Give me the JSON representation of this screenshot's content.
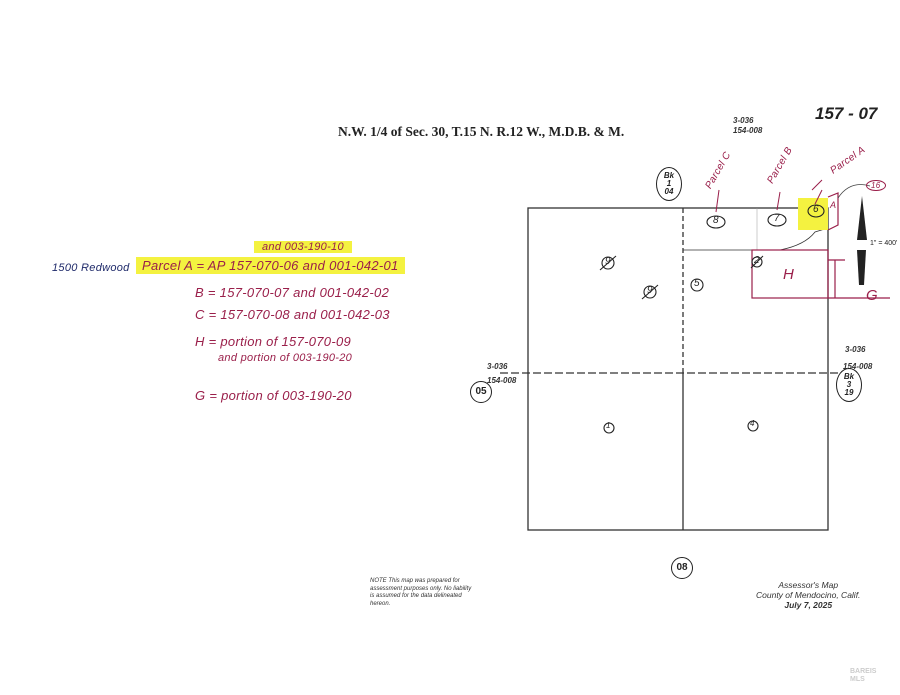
{
  "document": {
    "title": "N.W. 1/4 of Sec. 30, T.15 N. R.12 W., M.D.B. & M.",
    "map_number": "157 - 07",
    "top_reference": {
      "line1": "3-036",
      "line2": "154-008"
    },
    "left_reference": {
      "line1": "3-036",
      "line2": "154-008"
    },
    "right_reference": {
      "line1": "3-036",
      "line2": "154-008"
    },
    "adjacent_maps": {
      "west": "05",
      "south": "08",
      "north": {
        "bk": "Bk",
        "n": "1",
        "m": "04"
      },
      "east": {
        "bk": "Bk",
        "n": "3",
        "m": "19"
      }
    },
    "scale": "1\" = 400'",
    "parcels": {
      "p1": "1",
      "p2": "2",
      "p4": "4",
      "p5": "5",
      "p6": "6",
      "p7": "7",
      "p8": "8",
      "p9a": "9",
      "p9b": "9"
    },
    "area_labels": {
      "H": "H",
      "G": "G",
      "A": "A",
      "tag": "16"
    },
    "parcel_pointers": {
      "c": "Parcel C",
      "b": "Parcel B",
      "a": "Parcel A"
    },
    "note": {
      "line1": "NOTE   This map was prepared for",
      "line2": "assessment purposes only.  No liability",
      "line3": "is assumed for the data delineated",
      "line4": "hereon."
    },
    "assessor": {
      "line1": "Assessor's Map",
      "line2": "County of Mendocino, Calif.",
      "line3": "July 7, 2025"
    },
    "watermark": "BAREIS MLS"
  },
  "handwritten": {
    "address": "1500 Redwood",
    "parcel_a": "Parcel A = AP 157-070-06 and 001-042-01",
    "parcel_a_extra": "and 003-190-10",
    "b": "B =     157-070-07 and  001-042-02",
    "c": "C =     157-070-08 and  001-042-03",
    "h1": "H = portion of 157-070-09",
    "h2": "and portion of 003-190-20",
    "g": "G = portion of 003-190-20"
  },
  "colors": {
    "ink": "#9a1f4a",
    "highlight": "#f4f240",
    "lines": "#333333"
  }
}
